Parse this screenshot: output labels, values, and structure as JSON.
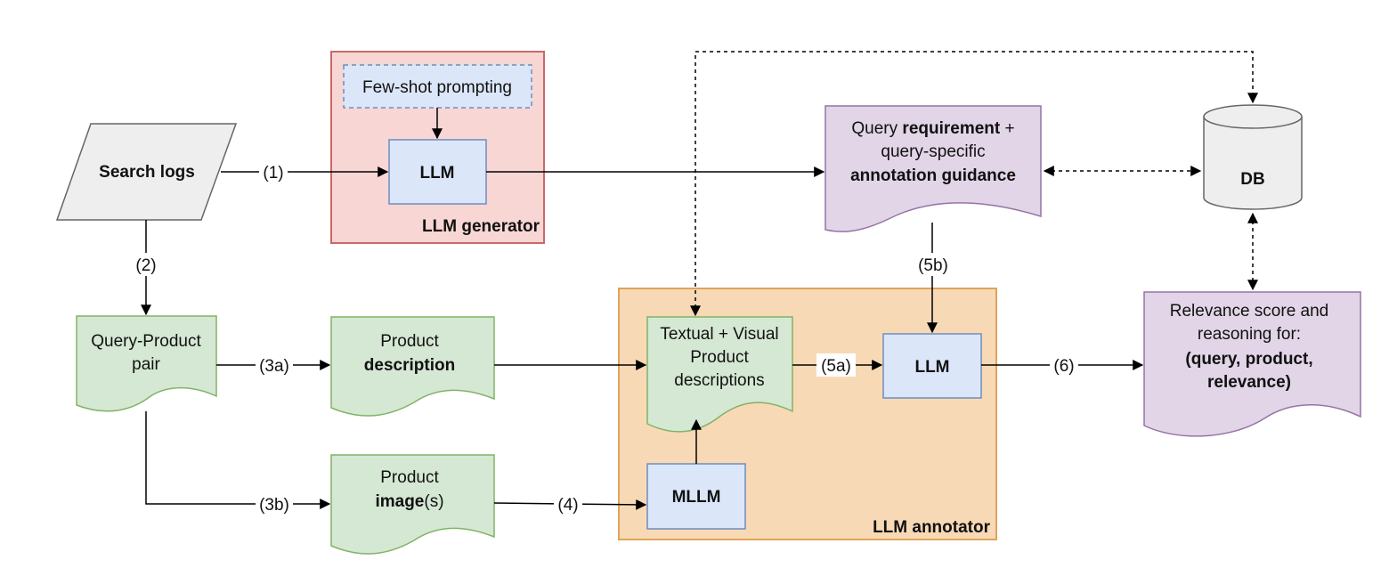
{
  "colors": {
    "generator_fill": "#f7d6d4",
    "generator_stroke": "#c86a68",
    "annotator_fill": "#f8d9b5",
    "annotator_stroke": "#e0a35c",
    "llm_fill": "#dbe6f9",
    "llm_stroke": "#6c8ebf",
    "doc_green_fill": "#d5e8d4",
    "doc_green_stroke": "#82b366",
    "doc_purple_fill": "#e1d5e7",
    "doc_purple_stroke": "#9673a6",
    "gray_fill": "#eeeeee",
    "gray_stroke": "#666666"
  },
  "nodes": {
    "search_logs": "Search logs",
    "few_shot": "Few-shot prompting",
    "llm_gen": "LLM",
    "generator_label": "LLM generator",
    "query_req": {
      "line1a": "Query ",
      "line1b": "requirement",
      "line1c": " +",
      "line2": "query-specific",
      "line3": "annotation guidance"
    },
    "db": "DB",
    "query_product": {
      "line1": "Query-Product",
      "line2": "pair"
    },
    "product_desc": {
      "line1": "Product",
      "line2": "description"
    },
    "product_image": {
      "line1": "Product",
      "line2a": "image",
      "line2b": "(s)"
    },
    "textual_visual": {
      "line1": "Textual + Visual",
      "line2": "Product",
      "line3": "descriptions"
    },
    "llm_ann": "LLM",
    "mllm": "MLLM",
    "annotator_label": "LLM annotator",
    "relevance": {
      "line1": "Relevance score and",
      "line2": "reasoning for:",
      "line3": "(query, product,",
      "line4": "relevance)"
    }
  },
  "edges": {
    "e1": "(1)",
    "e2": "(2)",
    "e3a": "(3a)",
    "e3b": "(3b)",
    "e4": "(4)",
    "e5a": "(5a)",
    "e5b": "(5b)",
    "e6": "(6)"
  }
}
